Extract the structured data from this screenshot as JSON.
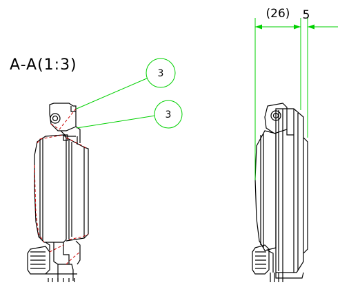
{
  "section_label": "A-A(1:3)",
  "balloons": [
    {
      "label": "3"
    },
    {
      "label": "3"
    }
  ],
  "dimensions": {
    "left": "(26)",
    "right": "5"
  },
  "colors": {
    "outline": "#000000",
    "leader": "#00d000",
    "dimension": "#00d000",
    "section_line": "#cc0000"
  }
}
